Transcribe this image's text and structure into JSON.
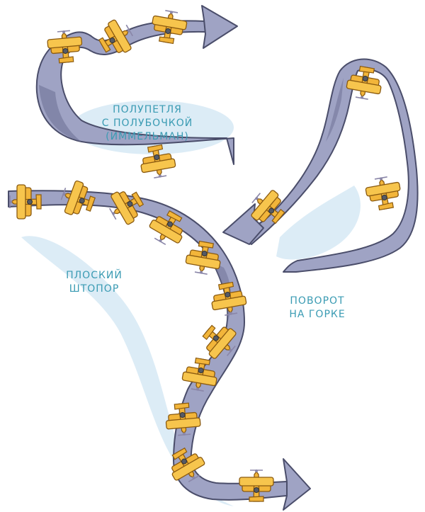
{
  "labels": {
    "immelmann": [
      "ПОЛУПЕТЛЯ",
      "С ПОЛУБОЧКОЙ",
      "(ИММЕЛЬМАН)"
    ],
    "spin": [
      "ПЛОСКИЙ",
      "ШТОПОР"
    ],
    "wingover": [
      "ПОВОРОТ",
      "НА ГОРКЕ"
    ]
  },
  "colors": {
    "ribbon": "#9fa3c4",
    "ribbon_dark": "#6f7398",
    "ribbon_outline": "#4a4d6a",
    "shadow": "#d6e9f5",
    "plane": "#f2b53a",
    "plane_outline": "#8a5a10",
    "label": "#3a9bb3"
  },
  "icons": [
    "biplane-icon",
    "arrow-head-icon"
  ]
}
